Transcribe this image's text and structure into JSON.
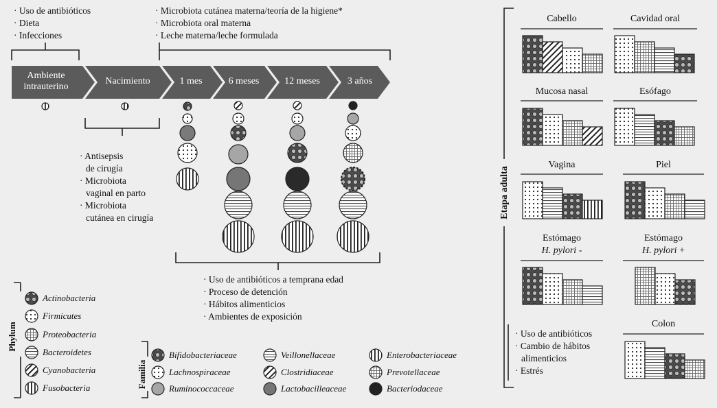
{
  "colors": {
    "background": "#eeeeee",
    "arrow": "#5b5b5b",
    "stroke": "#333333",
    "dark": "#222222"
  },
  "top_left_factors": [
    "· Uso de antibióticos",
    "· Dieta",
    "· Infecciones"
  ],
  "top_mid_factors": [
    "· Microbiota cutánea materna/teoría de la higiene*",
    "· Microbiota oral materna",
    "· Leche materna/leche formulada"
  ],
  "stages": [
    "Ambiente intrauterino",
    "Nacimiento",
    "1 mes",
    "6 meses",
    "12 meses",
    "3 años"
  ],
  "stage_lines": {
    "s0a": "Ambiente",
    "s0b": "intrauterino"
  },
  "birth_factors": [
    "· Antisepsis",
    "de cirugía",
    "· Microbiota",
    "vaginal en parto",
    "· Microbiota",
    "cutánea en cirugía"
  ],
  "early_factors": [
    "· Uso de antibióticos a temprana edad",
    "· Proceso de detención",
    "· Hábitos alimenticios",
    "· Ambientes de exposición"
  ],
  "adult_factors": [
    "· Uso de antibióticos",
    "· Cambio de hábitos",
    "alimenticios",
    "· Estrés"
  ],
  "phylum_title": "Phylum",
  "phylum": [
    "Actinobacteria",
    "Firmicutes",
    "Proteobacteria",
    "Bacteroidetes",
    "Cyanobacteria",
    "Fusobacteria"
  ],
  "familia_title": "Familia",
  "familia": [
    "Bifidobacteriaceae",
    "Lachnospiraceae",
    "Ruminococcaceae",
    "Veillonellaceae",
    "Clostridiaceae",
    "Lactobacilleaceae",
    "Enterobacteriaceae",
    "Prevotellaceae",
    "Bacteriodaceae"
  ],
  "adult_title": "Etapa adulta",
  "panels": {
    "cabello": "Cabello",
    "oral": "Cavidad oral",
    "nasal": "Mucosa nasal",
    "esofago": "Esófago",
    "vagina": "Vagina",
    "piel": "Piel",
    "est_a": "Estómago",
    "est_b": "Estómago",
    "hp_neg": "H. pylori",
    "neg_sign": "-",
    "hp_pos": "H. pylori",
    "pos_sign": "+",
    "colon": "Colon"
  }
}
